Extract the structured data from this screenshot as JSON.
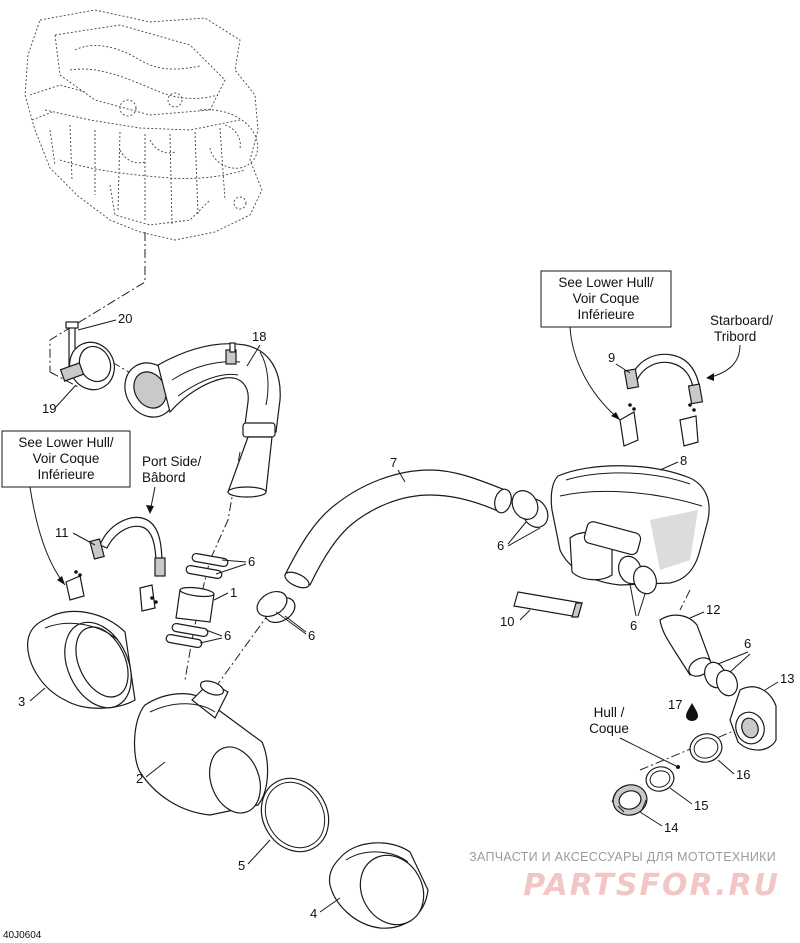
{
  "diagram_code": "40J0604",
  "notes": {
    "lower_hull_top": [
      "See Lower Hull/",
      "Voir Coque",
      "Inférieure"
    ],
    "lower_hull_left": [
      "See Lower Hull/",
      "Voir Coque",
      "Inférieure"
    ],
    "starboard": [
      "Starboard/",
      "Tribord"
    ],
    "port": [
      "Port Side/",
      "Bâbord"
    ],
    "hull": [
      "Hull /",
      "Coque"
    ]
  },
  "callouts": {
    "c1": "1",
    "c2": "2",
    "c3": "3",
    "c4": "4",
    "c5": "5",
    "c6a": "6",
    "c6b": "6",
    "c6c": "6",
    "c6d": "6",
    "c6e": "6",
    "c6f": "6",
    "c7": "7",
    "c8": "8",
    "c9": "9",
    "c10": "10",
    "c11": "11",
    "c12": "12",
    "c13": "13",
    "c14": "14",
    "c15": "15",
    "c16": "16",
    "c17": "17",
    "c18": "18",
    "c19": "19",
    "c20": "20"
  },
  "watermark": {
    "line1": "ЗАПЧАСТИ И АКСЕССУАРЫ ДЛЯ МОТОТЕХНИКИ",
    "line2": "PARTSFOR.RU"
  },
  "colors": {
    "ink": "#1a1a1a",
    "watermark_red": "#f3c6c6",
    "watermark_grey": "#9a9a9a"
  }
}
